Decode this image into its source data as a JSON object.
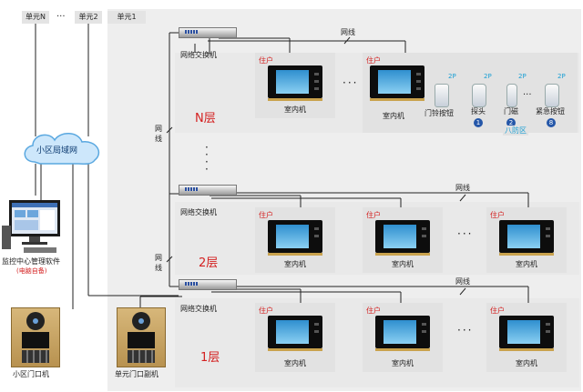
{
  "diagram": {
    "columns": {
      "unit_n": "单元N",
      "ellipsis": "···",
      "unit_2": "单元2",
      "unit_1": "单元1"
    },
    "network": {
      "lan_label": "小区局域网",
      "switch_label": "网络交换机",
      "wire_label": "网线",
      "wire_label_vertical": "网\n线"
    },
    "monitoring": {
      "software_label": "监控中心管理软件",
      "software_note": "(电脑自备)"
    },
    "entrance": {
      "community_gate_label": "小区门口机",
      "unit_gate_label": "单元门口副机"
    },
    "floors": [
      {
        "label": "N层",
        "residents": [
          {
            "tag": "住户",
            "caption": "室内机"
          },
          {
            "tag": "住户",
            "caption": "室内机"
          }
        ]
      },
      {
        "label": "2层",
        "residents": [
          {
            "tag": "住户",
            "caption": "室内机"
          },
          {
            "tag": "住户",
            "caption": "室内机"
          },
          {
            "tag": "住户",
            "caption": "室内机"
          }
        ]
      },
      {
        "label": "1层",
        "residents": [
          {
            "tag": "住户",
            "caption": "室内机"
          },
          {
            "tag": "住户",
            "caption": "室内机"
          },
          {
            "tag": "住户",
            "caption": "室内机"
          }
        ]
      }
    ],
    "alarm": {
      "bus_label": "2P",
      "doorbell_label": "门铃按钮",
      "sensors": [
        {
          "label": "探头",
          "zone": "1",
          "bus": "2P"
        },
        {
          "label": "门磁",
          "zone": "2",
          "bus": "2P"
        },
        {
          "label": "紧急按钮",
          "zone": "8",
          "bus": "2P"
        }
      ],
      "zone_ellipsis": "···",
      "zone_label": "八防区"
    },
    "colors": {
      "accent_red": "#d42020",
      "alarm_blue": "#1a9fd4",
      "zone_badge": "#2456a8"
    }
  }
}
